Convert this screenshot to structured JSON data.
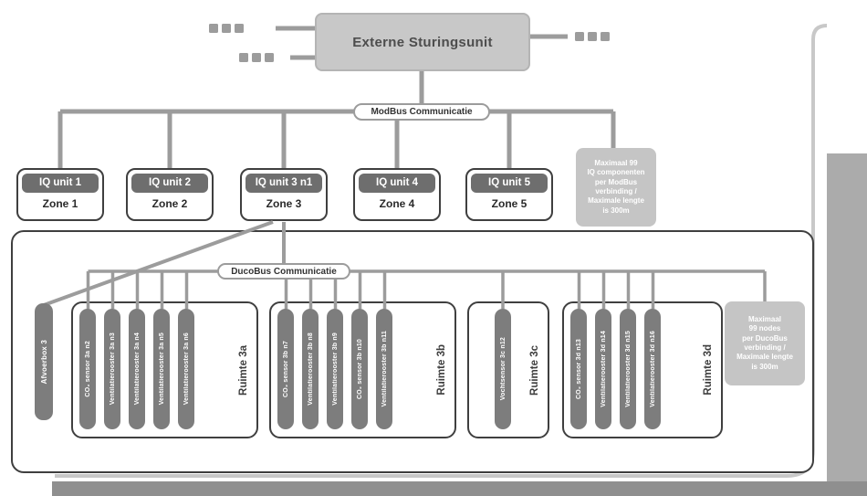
{
  "colors": {
    "line_gray": "#9c9c9c",
    "pill_dark": "#7d7d7d",
    "box_light": "#c8c8c8",
    "border_dark": "#3f3f3f",
    "deco_right_bar": "#ababab",
    "deco_bottom_bar": "#8f8f8f"
  },
  "control_unit": {
    "label": "Externe Sturingsunit"
  },
  "modbus": {
    "bus_label": "ModBus Communicatie",
    "note": "Maximaal 99\nIQ componenten\nper ModBus\nverbinding /\nMaximale lengte\nis 300m"
  },
  "iq_units": [
    {
      "label": "IQ unit 1",
      "zone": "Zone 1"
    },
    {
      "label": "IQ unit 2",
      "zone": "Zone 2"
    },
    {
      "label": "IQ unit 3 n1",
      "zone": "Zone 3"
    },
    {
      "label": "IQ unit 4",
      "zone": "Zone 4"
    },
    {
      "label": "IQ unit 5",
      "zone": "Zone 5"
    }
  ],
  "ducobus": {
    "bus_label": "DucoBus Communicatie",
    "note": "Maximaal\n99 nodes\nper DucoBus\nverbinding /\nMaximale lengte\nis 300m"
  },
  "afvoerbox": {
    "label": "Afvoerbox 3"
  },
  "rooms": [
    {
      "name": "Ruimte 3a",
      "devices": [
        "CO₂ sensor 3a n2",
        "Ventilatierooster 3a n3",
        "Ventilatierooster 3a n4",
        "Ventilatierooster 3a n5",
        "Ventilatierooster 3a n6"
      ]
    },
    {
      "name": "Ruimte 3b",
      "devices": [
        "CO₂ sensor 3b n7",
        "Ventilatierooster 3b n8",
        "Ventilatierooster 3b n9",
        "CO₂ sensor 3b n10",
        "Ventilatierooster 3b n11"
      ]
    },
    {
      "name": "Ruimte 3c",
      "devices": [
        "Vochtsensor 3c n12"
      ]
    },
    {
      "name": "Ruimte 3d",
      "devices": [
        "CO₂ sensor 3d n13",
        "Ventilatierooster 3d n14",
        "Ventilatierooster 3d n15",
        "Ventilatierooster 3d n16"
      ]
    }
  ]
}
